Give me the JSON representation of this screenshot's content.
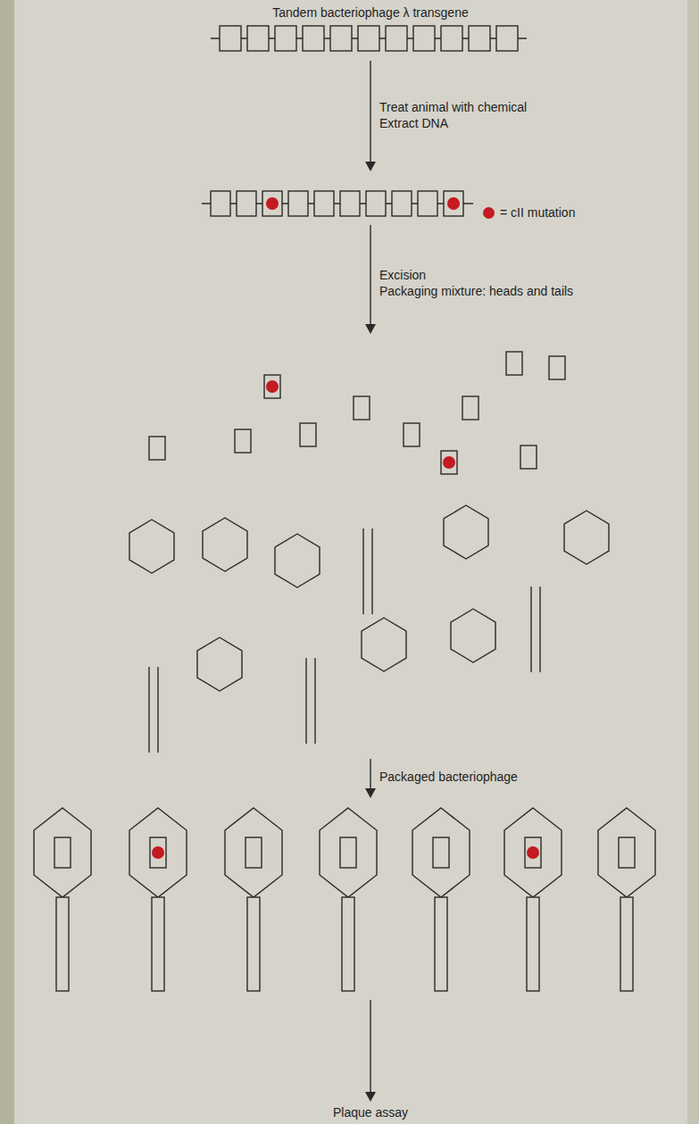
{
  "diagram": {
    "labels": [
      "Tandem bacteriophage λ transgene",
      "Treat animal with chemical",
      "Extract DNA",
      "Excision",
      "Packaging mixture: heads and tails",
      "Packaged bacteriophage",
      "Plaque assay"
    ],
    "legend": [
      {
        "text": "= cII mutation",
        "color": "#c41a22"
      }
    ]
  }
}
